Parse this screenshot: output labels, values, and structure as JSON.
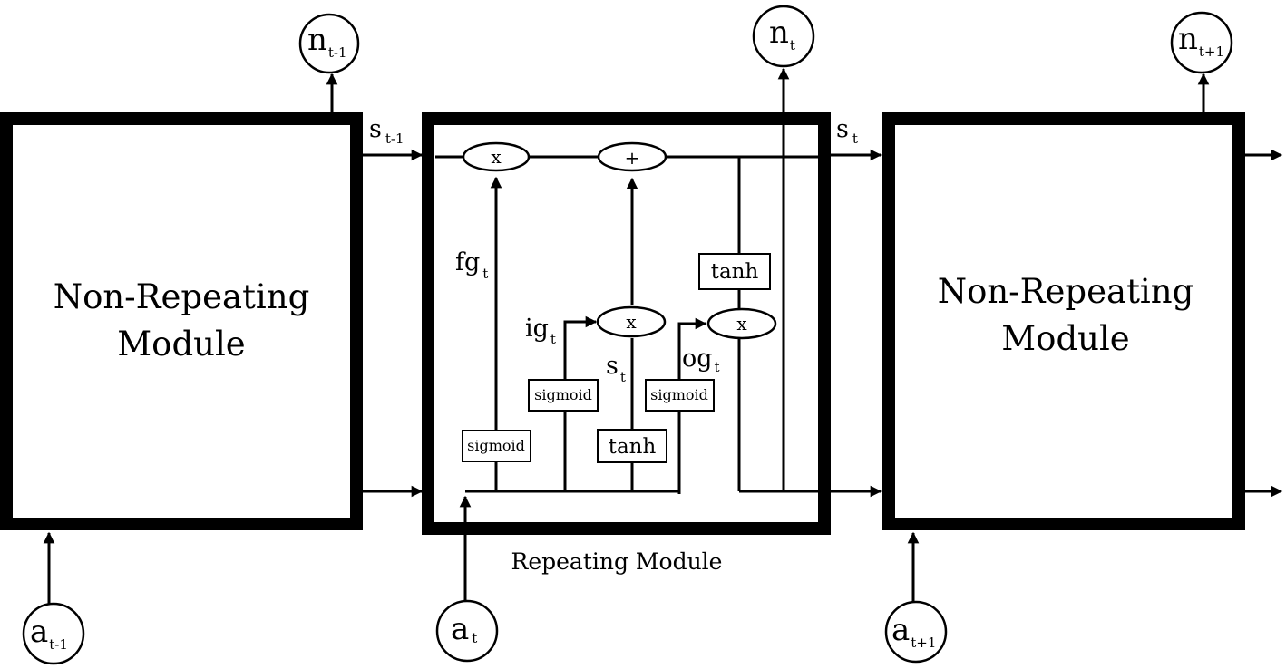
{
  "modules": {
    "left": {
      "line1": "Non-Repeating",
      "line2": "Module"
    },
    "right": {
      "line1": "Non-Repeating",
      "line2": "Module"
    },
    "center_caption": "Repeating Module"
  },
  "outputs": {
    "prev": {
      "main": "n",
      "sub": "t-1"
    },
    "curr": {
      "main": "n",
      "sub": "t"
    },
    "next": {
      "main": "n",
      "sub": "t+1"
    }
  },
  "inputs": {
    "prev": {
      "main": "a",
      "sub": "t-1"
    },
    "curr": {
      "main": "a",
      "sub": "t"
    },
    "next": {
      "main": "a",
      "sub": "t+1"
    }
  },
  "state_labels": {
    "prev": {
      "main": "s",
      "sub": "t-1"
    },
    "curr": {
      "main": "s",
      "sub": "t"
    }
  },
  "gates": {
    "forget": {
      "main": "fg",
      "sub": "t"
    },
    "input": {
      "main": "ig",
      "sub": "t"
    },
    "output": {
      "main": "og",
      "sub": "t"
    },
    "candidate": {
      "main": "s",
      "sub": "t"
    }
  },
  "operators": {
    "forget_mult": "x",
    "add": "+",
    "input_mult": "x",
    "output_mult": "x"
  },
  "activation_boxes": {
    "forget": "sigmoid",
    "input": "sigmoid",
    "candidate": "tanh",
    "output": "sigmoid",
    "state_tanh": "tanh"
  }
}
